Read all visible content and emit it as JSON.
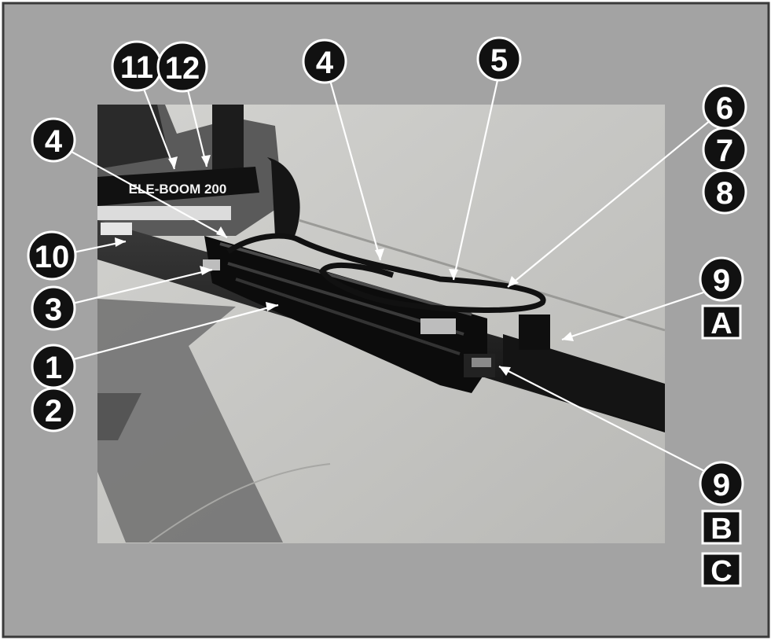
{
  "colors": {
    "panel": "#a3a3a3",
    "border": "#3a3a3a",
    "callout_fill": "#111111",
    "callout_text": "#ffffff",
    "leader": "#ffffff",
    "concrete": "#c7c7c4",
    "boom": "#1e1e1e"
  },
  "photo_text": {
    "boom_model": "ELE-BOOM 200"
  },
  "callouts": {
    "c11": "11",
    "c12": "12",
    "c4_top": "4",
    "c5": "5",
    "c6": "6",
    "c7": "7",
    "c8": "8",
    "c4_left": "4",
    "c10": "10",
    "c3": "3",
    "c9_a": "9",
    "letter_a": "A",
    "c1": "1",
    "c2": "2",
    "c9_b": "9",
    "letter_b": "B",
    "letter_c": "C"
  }
}
